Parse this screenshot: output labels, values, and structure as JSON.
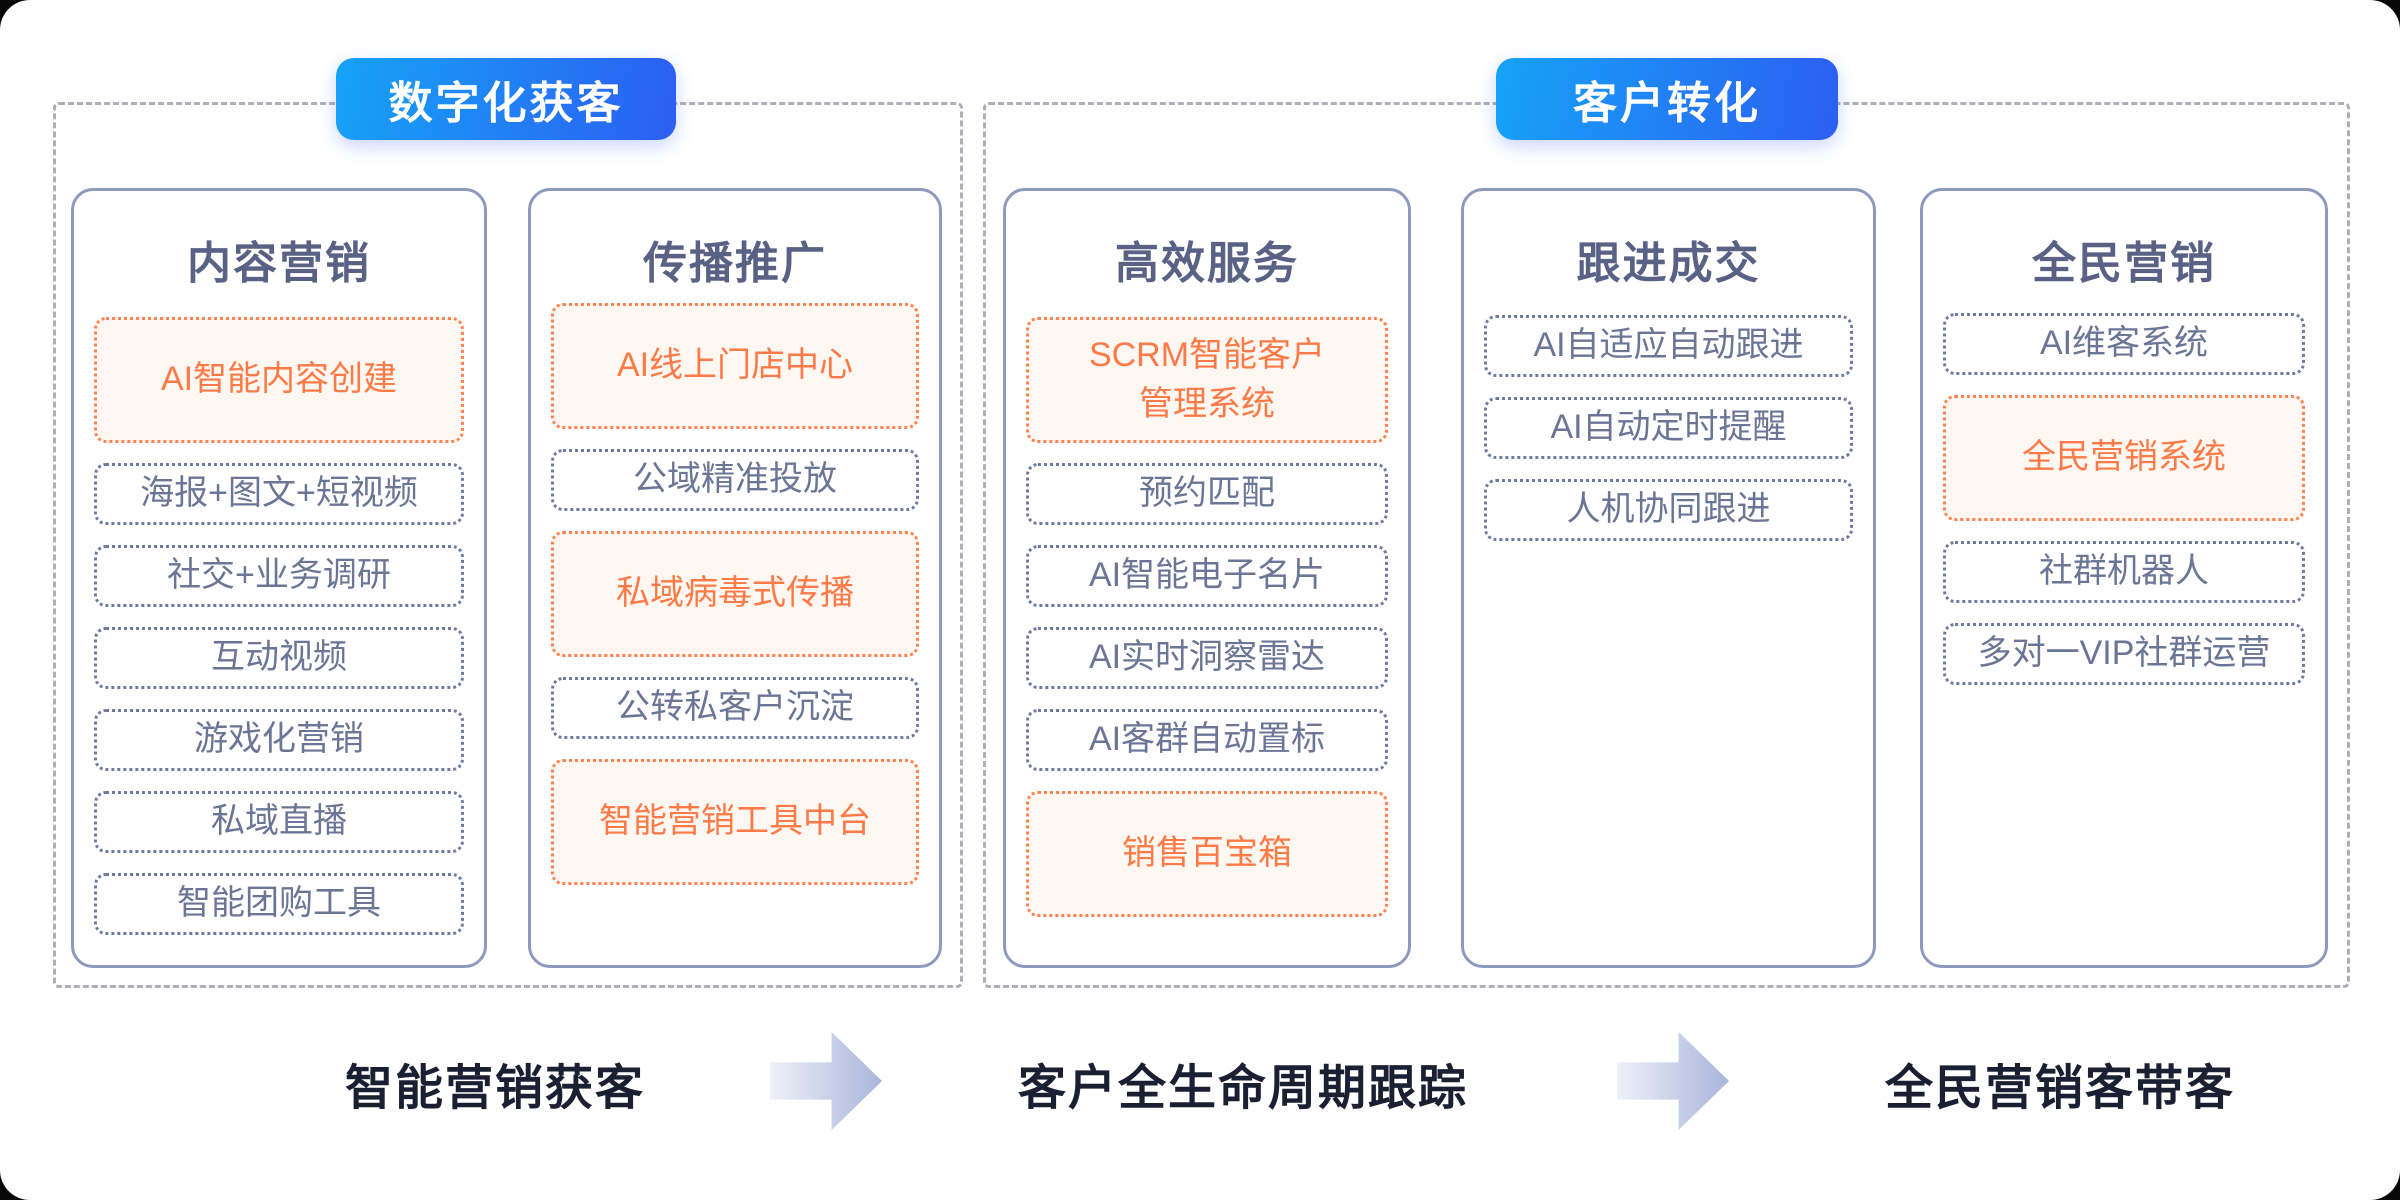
{
  "badges": [
    {
      "label": "数字化获客"
    },
    {
      "label": "客户转化"
    }
  ],
  "columns": [
    {
      "title": "内容营销",
      "items": [
        {
          "text": "AI智能内容创建",
          "highlight": true
        },
        {
          "text": "海报+图文+短视频"
        },
        {
          "text": "社交+业务调研"
        },
        {
          "text": "互动视频"
        },
        {
          "text": "游戏化营销"
        },
        {
          "text": "私域直播"
        },
        {
          "text": "智能团购工具"
        }
      ]
    },
    {
      "title": "传播推广",
      "items": [
        {
          "text": "AI线上门店中心",
          "highlight": true
        },
        {
          "text": "公域精准投放"
        },
        {
          "text": "私域病毒式传播",
          "highlight": true
        },
        {
          "text": "公转私客户沉淀"
        },
        {
          "text": "智能营销工具中台",
          "highlight": true
        }
      ]
    },
    {
      "title": "高效服务",
      "items": [
        {
          "text": "SCRM智能客户\n管理系统",
          "highlight": true
        },
        {
          "text": "预约匹配"
        },
        {
          "text": "AI智能电子名片"
        },
        {
          "text": "AI实时洞察雷达"
        },
        {
          "text": "AI客群自动置标"
        },
        {
          "text": "销售百宝箱",
          "highlight": true
        }
      ]
    },
    {
      "title": "跟进成交",
      "items": [
        {
          "text": "AI自适应自动跟进"
        },
        {
          "text": "AI自动定时提醒"
        },
        {
          "text": "人机协同跟进"
        }
      ]
    },
    {
      "title": "全民营销",
      "items": [
        {
          "text": "AI维客系统"
        },
        {
          "text": "全民营销系统",
          "highlight": true
        },
        {
          "text": "社群机器人"
        },
        {
          "text": "多对一VIP社群运营"
        }
      ]
    }
  ],
  "flow": {
    "steps": [
      "智能营销获客",
      "客户全生命周期跟踪",
      "全民营销客带客"
    ]
  },
  "colors": {
    "badge_gradient_start": "#16a3f7",
    "badge_gradient_end": "#2c5ef2",
    "highlight_orange": "#ff7a47",
    "highlight_bg": "#fef7f2",
    "card_border": "#8e99be",
    "item_border": "#6f7aa3",
    "item_text": "#6b7596",
    "column_title": "#596285",
    "dashed_frame": "#aeb0b9",
    "caption_text": "#1a2032"
  }
}
